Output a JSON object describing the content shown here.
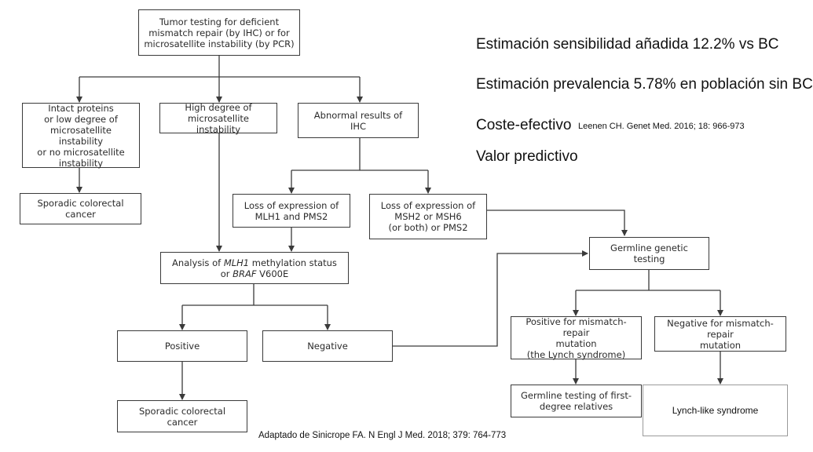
{
  "boxes": {
    "tumor_testing": "Tumor testing for deficient\nmismatch repair (by IHC) or for\nmicrosatellite instability (by PCR)",
    "intact_proteins": "Intact proteins\nor low degree of\nmicrosatellite instability\nor no microsatellite\ninstability",
    "high_degree": "High degree of\nmicrosatellite instability",
    "abnormal_ihc": "Abnormal results of\nIHC",
    "sporadic_top": "Sporadic colorectal cancer",
    "loss_mlh1": "Loss of expression of\nMLH1 and PMS2",
    "loss_msh2": "Loss of expression of\nMSH2 or MSH6\n(or both) or PMS2",
    "analysis_pre": "Analysis of ",
    "analysis_gene1": "MLH1",
    "analysis_mid": " methylation status",
    "analysis_or": "or ",
    "analysis_gene2": "BRAF",
    "analysis_post": " V600E",
    "germline": "Germline genetic testing",
    "positive": "Positive",
    "negative": "Negative",
    "positive_mmr": "Positive for mismatch-repair\nmutation\n(the Lynch syndrome)",
    "negative_mmr": "Negative for mismatch-repair\nmutation",
    "germline_relatives": "Germline testing of first-\ndegree relatives",
    "sporadic_bottom": "Sporadic colorectal cancer",
    "lynch_like": "Lynch-like syndrome"
  },
  "notes": {
    "sensibilidad": "Estimación sensibilidad añadida 12.2% vs BC",
    "prevalencia": "Estimación prevalencia 5.78% en población sin BC",
    "coste": "Coste-efectivo",
    "coste_ref": "Leenen CH. Genet Med. 2016; 18: 966-973",
    "valor": "Valor predictivo",
    "source": "Adaptado de Sinicrope FA. N Engl J Med. 2018; 379: 764-773"
  },
  "colors": {
    "line": "#3a3a3a",
    "box_border": "#3a3a3a",
    "text": "#2b2b2b"
  }
}
